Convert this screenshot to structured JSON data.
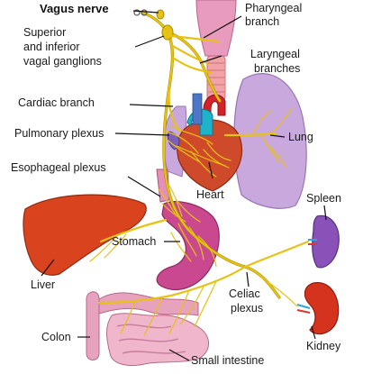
{
  "labels": {
    "vagus_nerve": "Vagus nerve",
    "pharyngeal_1": "Pharyngeal",
    "pharyngeal_2": "branch",
    "ganglia_1": "Superior",
    "ganglia_2": "and inferior",
    "ganglia_3": "vagal ganglions",
    "laryngeal_1": "Laryngeal",
    "laryngeal_2": "branches",
    "cardiac_branch": "Cardiac branch",
    "pulmonary_plexus": "Pulmonary plexus",
    "lung": "Lung",
    "esophageal_plexus": "Esophageal plexus",
    "heart": "Heart",
    "spleen": "Spleen",
    "stomach": "Stomach",
    "liver": "Liver",
    "celiac_1": "Celiac",
    "celiac_2": "plexus",
    "kidney": "Kidney",
    "colon": "Colon",
    "small_intestine": "Small intestine"
  },
  "colors": {
    "nerve": "#e6c214",
    "liver": "#d9431e",
    "lung": "#c9a8dd",
    "heart": "#cf4a2a",
    "aorta": "#d2232a",
    "pulmonary_artery": "#1fb3c9",
    "stomach": "#c9488f",
    "spleen": "#8a52b8",
    "kidney": "#d6331f",
    "intestine": "#e7a2bd",
    "trachea": "#f1a3a8",
    "esophagus": "#e58fb8"
  }
}
